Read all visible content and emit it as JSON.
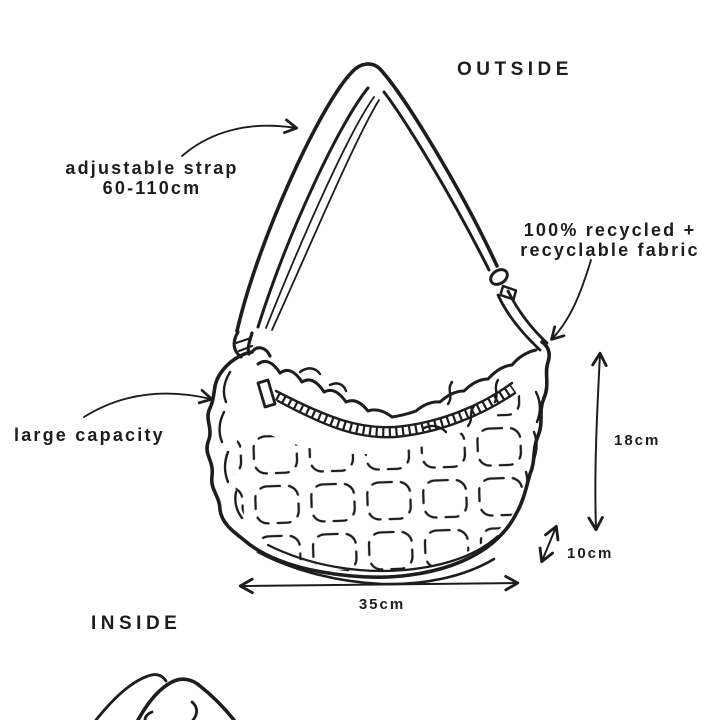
{
  "page": {
    "outside_section_label": "OUTSIDE",
    "inside_section_label": "INSIDE"
  },
  "annotations": {
    "strap": {
      "line1": "adjustable strap",
      "line2": "60-110cm"
    },
    "fabric": {
      "line1": "100% recycled +",
      "line2": "recyclable fabric"
    },
    "capacity": {
      "label": "large capacity"
    }
  },
  "dimensions": {
    "height": "18cm",
    "depth": "10cm",
    "width": "35cm"
  },
  "illustration": {
    "subject": "crossbody-sling-bag-line-drawing",
    "features": [
      "shoulder-strap",
      "strap-buckle",
      "zipper-with-pull",
      "quilted-puffy-fabric",
      "inside-view-partial"
    ]
  },
  "colors": {
    "ink": "#1d1d1d",
    "background": "#ffffff"
  }
}
